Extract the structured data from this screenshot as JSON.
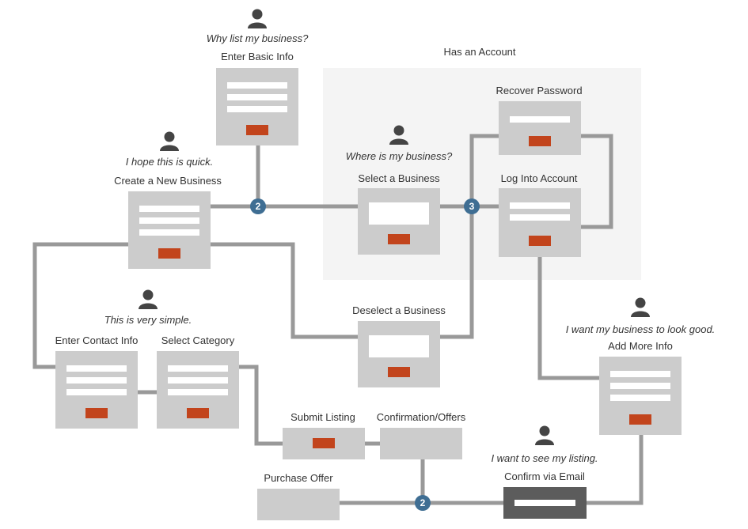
{
  "region": {
    "label": "Has an Account"
  },
  "screens": {
    "enter_basic_info": {
      "label": "Enter Basic Info",
      "quote": "Why list my business?"
    },
    "create_new_business": {
      "label": "Create a New Business",
      "quote": "I hope this is quick."
    },
    "select_business": {
      "label": "Select a Business",
      "quote": "Where is my business?"
    },
    "recover_password": {
      "label": "Recover Password"
    },
    "log_into_account": {
      "label": "Log Into Account"
    },
    "deselect_business": {
      "label": "Deselect a Business"
    },
    "enter_contact_info": {
      "label": "Enter Contact Info"
    },
    "select_category": {
      "label": "Select Category",
      "quote": "This is very simple."
    },
    "submit_listing": {
      "label": "Submit Listing"
    },
    "confirmation_offers": {
      "label": "Confirmation/Offers"
    },
    "purchase_offer": {
      "label": "Purchase Offer"
    },
    "confirm_via_email": {
      "label": "Confirm via Email",
      "quote": "I want to see my listing."
    },
    "add_more_info": {
      "label": "Add More Info",
      "quote": "I want my business to look good."
    }
  },
  "steps": {
    "create_branch": "2",
    "account_branch": "3",
    "offer_branch": "2"
  },
  "icons": {
    "persona": "person-icon"
  },
  "colors": {
    "screen": "#cccccc",
    "screen_dark": "#5c5c5c",
    "button": "#c2441c",
    "connector": "#999999",
    "step_badge": "#3f6e93",
    "region_bg": "#f4f4f4"
  }
}
